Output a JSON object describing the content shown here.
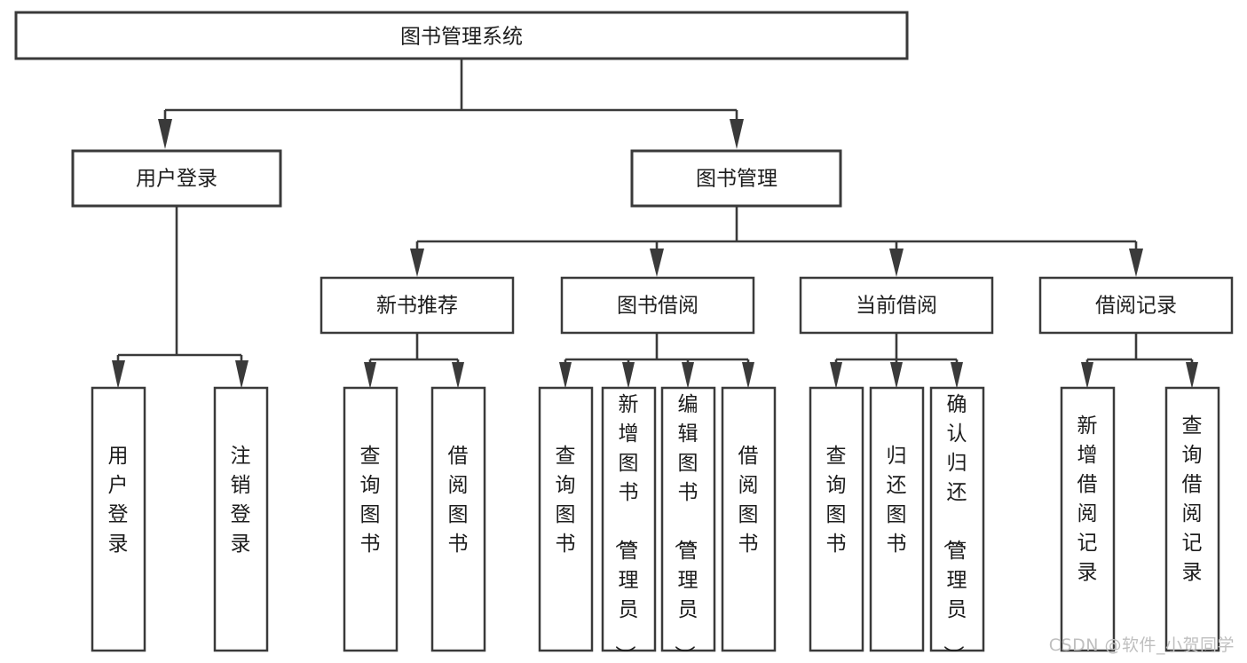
{
  "diagram": {
    "title": "图书管理系统",
    "type": "tree",
    "watermark": "CSDN @软件_小贺同学",
    "colors": {
      "box_stroke": "#3a3a3a",
      "box_fill": "#ffffff",
      "text": "#1d1d1d",
      "connector": "#3a3a3a",
      "watermark": "#bfbfbf",
      "background": "#ffffff"
    },
    "levels": {
      "root": {
        "label": "图书管理系统",
        "orientation": "horizontal"
      },
      "level2": [
        {
          "id": "user-login",
          "label": "用户登录",
          "orientation": "horizontal"
        },
        {
          "id": "book-management",
          "label": "图书管理",
          "orientation": "horizontal"
        }
      ],
      "level3": [
        {
          "id": "new-book-recommend",
          "label": "新书推荐",
          "orientation": "horizontal",
          "parent": "book-management"
        },
        {
          "id": "book-borrow",
          "label": "图书借阅",
          "orientation": "horizontal",
          "parent": "book-management"
        },
        {
          "id": "current-borrow",
          "label": "当前借阅",
          "orientation": "horizontal",
          "parent": "book-management"
        },
        {
          "id": "borrow-record",
          "label": "借阅记录",
          "orientation": "horizontal",
          "parent": "book-management"
        }
      ],
      "leaves": [
        {
          "id": "leaf-user-login",
          "label": "用户登录",
          "orientation": "vertical",
          "parent": "user-login"
        },
        {
          "id": "leaf-user-logout",
          "label": "注销登录",
          "orientation": "vertical",
          "parent": "user-login"
        },
        {
          "id": "leaf-query-book-1",
          "label": "查询图书",
          "orientation": "vertical",
          "parent": "new-book-recommend"
        },
        {
          "id": "leaf-borrow-book-1",
          "label": "借阅图书",
          "orientation": "vertical",
          "parent": "new-book-recommend"
        },
        {
          "id": "leaf-query-book-2",
          "label": "查询图书",
          "orientation": "vertical",
          "parent": "book-borrow"
        },
        {
          "id": "leaf-add-book",
          "label": "新增图书（管理员）",
          "orientation": "vertical",
          "parent": "book-borrow"
        },
        {
          "id": "leaf-edit-book",
          "label": "编辑图书（管理员）",
          "orientation": "vertical",
          "parent": "book-borrow"
        },
        {
          "id": "leaf-borrow-book-2",
          "label": "借阅图书",
          "orientation": "vertical",
          "parent": "book-borrow"
        },
        {
          "id": "leaf-query-book-3",
          "label": "查询图书",
          "orientation": "vertical",
          "parent": "current-borrow"
        },
        {
          "id": "leaf-return-book",
          "label": "归还图书",
          "orientation": "vertical",
          "parent": "current-borrow"
        },
        {
          "id": "leaf-confirm-return",
          "label": "确认归还（管理员）",
          "orientation": "vertical",
          "parent": "current-borrow"
        },
        {
          "id": "leaf-add-record",
          "label": "新增借阅记录",
          "orientation": "vertical",
          "parent": "borrow-record"
        },
        {
          "id": "leaf-query-record",
          "label": "查询借阅记录",
          "orientation": "vertical",
          "parent": "borrow-record"
        }
      ]
    }
  }
}
